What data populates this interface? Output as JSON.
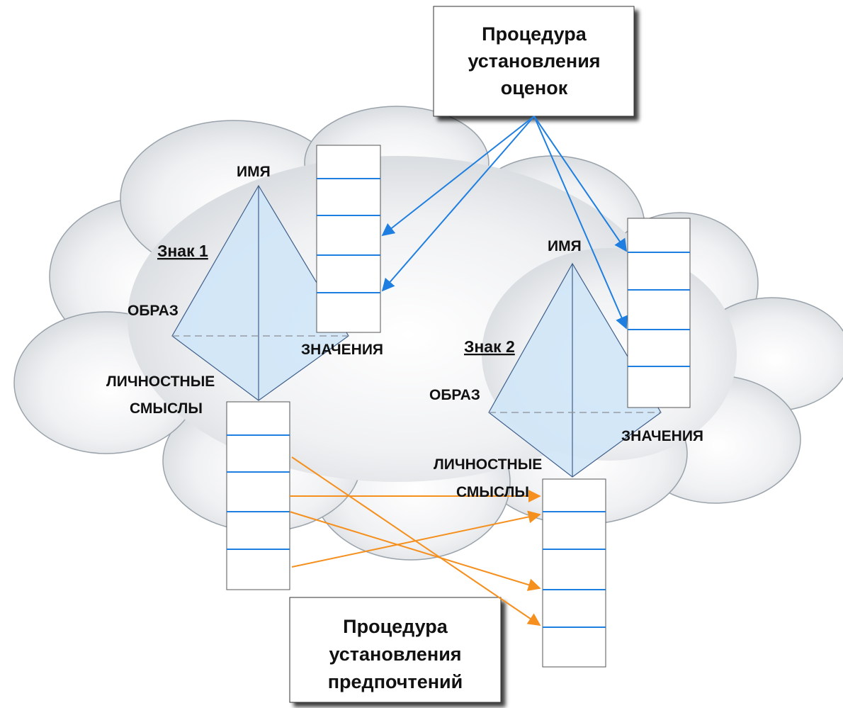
{
  "procedures": {
    "ratings_lines": [
      "Процедура",
      "установления",
      "оценок"
    ],
    "preferences_lines": [
      "Процедура",
      "установления",
      "предпочтений"
    ]
  },
  "sign1": {
    "title": "Знак 1",
    "name_label": "ИМЯ",
    "image_label": "ОБРАЗ",
    "meanings_label": "ЗНАЧЕНИЯ",
    "personal_label_lines": [
      "ЛИЧНОСТНЫЕ",
      "СМЫСЛЫ"
    ]
  },
  "sign2": {
    "title": "Знак 2",
    "name_label": "ИМЯ",
    "image_label": "ОБРАЗ",
    "meanings_label": "ЗНАЧЕНИЯ",
    "personal_label_lines": [
      "ЛИЧНОСТНЫЕ",
      "СМЫСЛЫ"
    ]
  },
  "colors": {
    "blue_arrow": "#1f7fe0",
    "orange_arrow": "#f5901e",
    "pyramid_fill": "#cfe6f7",
    "cloud_stroke": "#9aa3ab"
  }
}
